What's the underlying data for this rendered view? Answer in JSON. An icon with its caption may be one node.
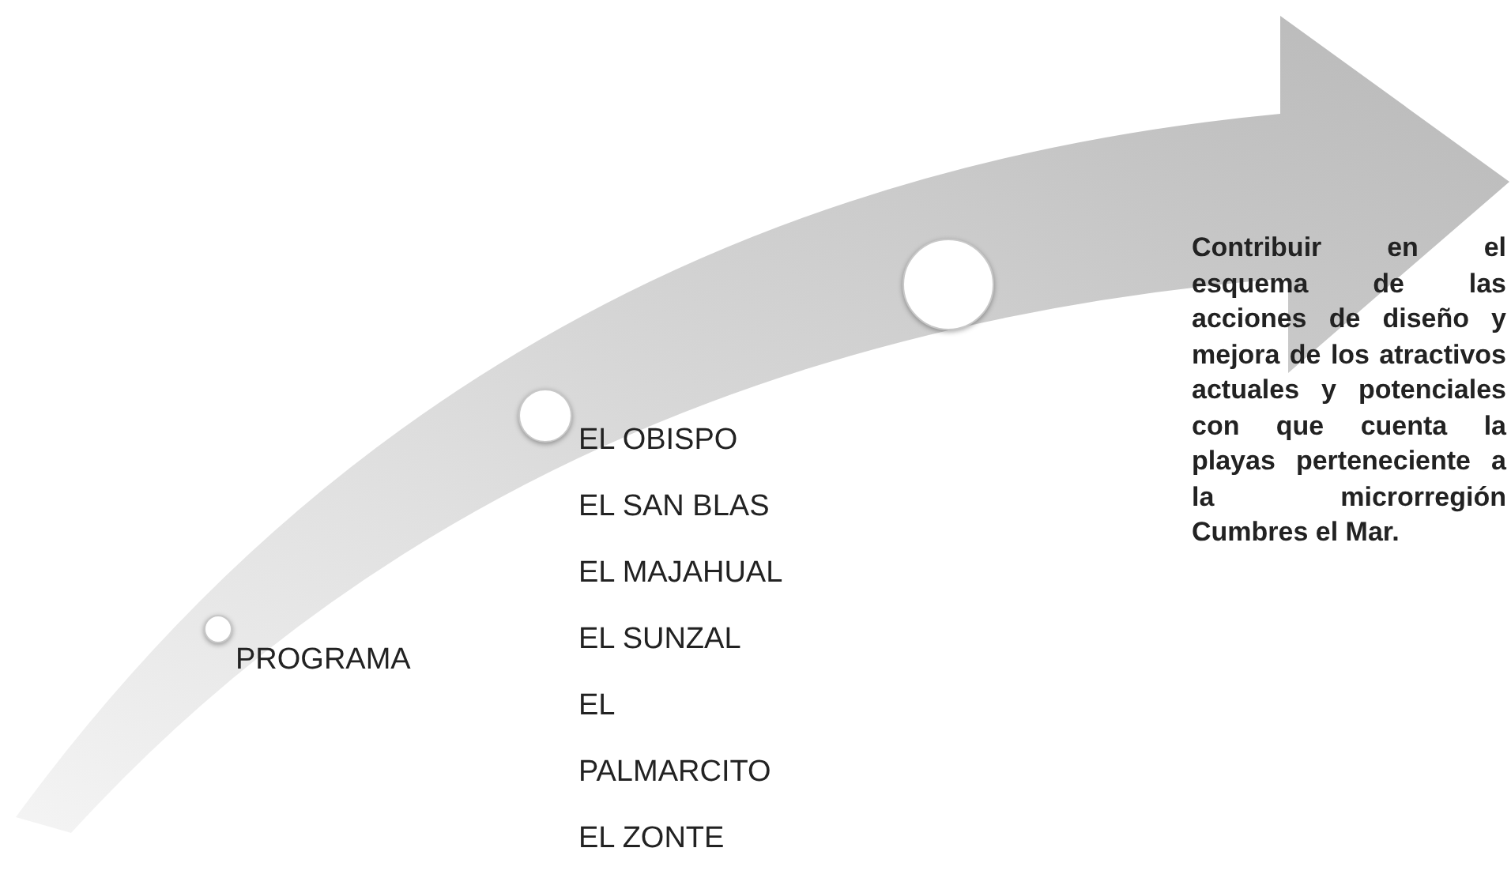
{
  "diagram": {
    "nodes": [
      {
        "text": [],
        "shape": "circle",
        "beside": [
          "PROGRAMA"
        ]
      },
      {
        "text": [],
        "shape": "circle",
        "beside": [
          "EL OBISPO",
          "EL SAN BLAS",
          "EL MAJAHUAL",
          "EL SUNZAL",
          "EL PALMARCITO",
          "EL ZONTE"
        ]
      },
      {
        "text": [],
        "shape": "circle"
      }
    ],
    "labels": [
      "Contribuir en el esquema de las acciones de diseño y mejora de los atractivos actuales y potenciales con que cuenta la playas perteneciente a la microrregión Cumbres el Mar."
    ]
  }
}
